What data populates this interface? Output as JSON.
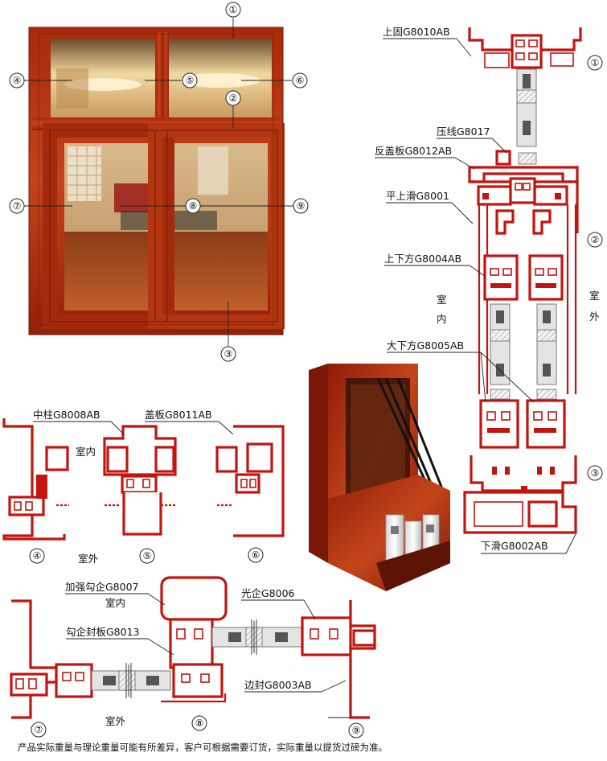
{
  "labels": {
    "top_fixed": "上固G8010AB",
    "pressing_line": "压线G8017",
    "reverse_cover": "反盖板G8012AB",
    "flat_top_slide": "平上滑G8001",
    "upper_lower": "上下方G8004AB",
    "big_lower": "大下方G8005AB",
    "bottom_slide": "下滑G8002AB",
    "center_post": "中柱G8008AB",
    "cover_plate": "盖板G8011AB",
    "reinforced_hook": "加强勾企G8007",
    "hook_seal": "勾企封板G8013",
    "plain_stile": "光企G8006",
    "edge_seal": "边封G8003AB"
  },
  "side_text": {
    "indoor_vertical": [
      "室",
      "内"
    ],
    "outdoor_vertical": [
      "室",
      "外"
    ],
    "indoor": "室内",
    "outdoor": "室外"
  },
  "callouts": {
    "n1": "①",
    "n2": "②",
    "n3": "③",
    "n4": "④",
    "n5": "⑤",
    "n6": "⑥",
    "n7": "⑦",
    "n8": "⑧",
    "n9": "⑨"
  },
  "footer": "产品实际重量与理论重量可能有所差异，客户可根据需要订货，实际重量以提货过磅为准。",
  "colors": {
    "profile": "#c3140f",
    "wood_frame": "#b3320f",
    "wood_dark": "#7a1c08",
    "floor": "#b0541d"
  }
}
